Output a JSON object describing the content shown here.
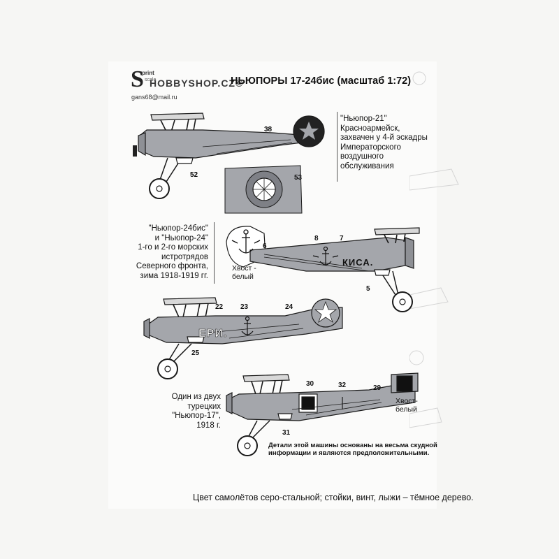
{
  "header": {
    "logo_letter": "S",
    "logo_line1": "print",
    "logo_line2": "scale",
    "watermark": "HOBBYSHOP.CZ©",
    "email": "gans68@mail.ru",
    "title": "НЬЮПОРЫ 17-24бис (масштаб 1:72)"
  },
  "aircraft": [
    {
      "caption": [
        "\"Ньюпор-21\"",
        "Красноармейск,",
        "захвачен у 4-й эскадры",
        "Императорского",
        "воздушного",
        "обслуживания"
      ],
      "numbers": [
        "38",
        "52",
        "53"
      ]
    },
    {
      "caption": [
        "\"Ньюпор-24бис\"",
        "и \"Ньюпор-24\"",
        "1-го и 2-го морских",
        "истротрядов",
        "Северного фронта,",
        "зима 1918-1919 гг."
      ],
      "numbers": [
        "6",
        "8",
        "7",
        "5"
      ],
      "tail_note": [
        "Хвост -",
        "белый"
      ],
      "fuselage_text": "КИСА."
    },
    {
      "numbers": [
        "22",
        "23",
        "24",
        "25"
      ],
      "fuselage_text": "ЕРИ."
    },
    {
      "caption": [
        "Один из двух",
        "турецких",
        "\"Ньюпор-17\",",
        "1918 г."
      ],
      "numbers": [
        "30",
        "32",
        "29",
        "31"
      ],
      "tail_note": [
        "Хвост-",
        "белый"
      ],
      "remark": [
        "Детали этой машины основаны на весьма скудной",
        "информации и являются предположительными."
      ]
    }
  ],
  "footer": "Цвет самолётов серо-стальной; стойки, винт, лыжи – тёмное дерево.",
  "colors": {
    "fuselage": "#a4a6ab",
    "outline": "#1a1a1a",
    "strut": "#2a2a2a",
    "paper": "#fbfbfa"
  }
}
